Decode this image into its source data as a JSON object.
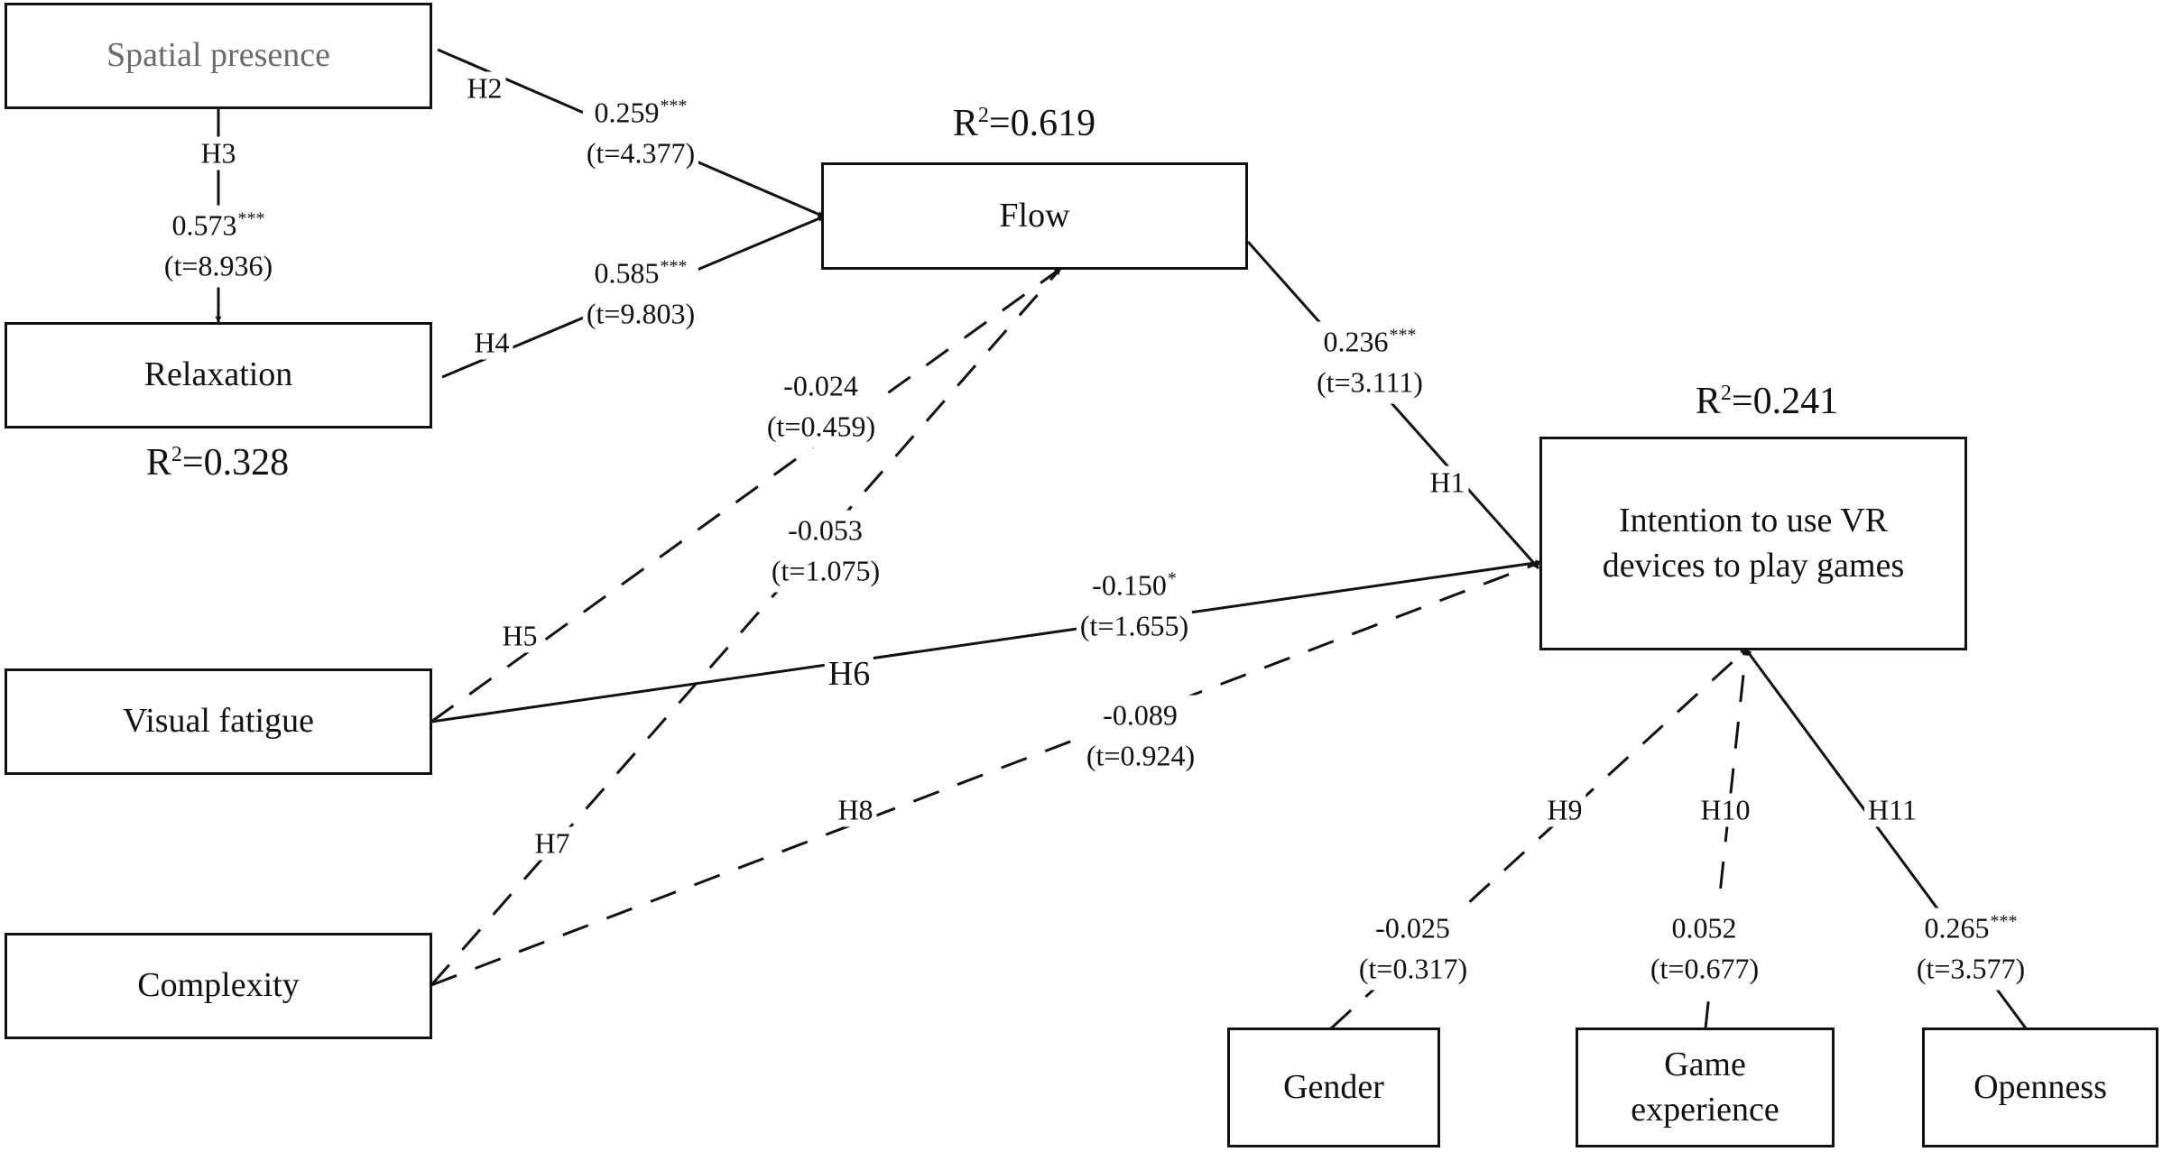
{
  "nodes": {
    "spatial_presence": "Spatial presence",
    "relaxation": "Relaxation",
    "flow": "Flow",
    "intention": "Intention to use VR\ndevices to play games",
    "visual_fatigue": "Visual fatigue",
    "complexity": "Complexity",
    "gender": "Gender",
    "game_experience": "Game\nexperience",
    "openness": "Openness"
  },
  "r_squared": {
    "flow": {
      "prefix": "R",
      "exp": "2",
      "value": "=0.619"
    },
    "relaxation": {
      "prefix": "R",
      "exp": "2",
      "value": "=0.328"
    },
    "intention": {
      "prefix": "R",
      "exp": "2",
      "value": "=0.241"
    }
  },
  "paths": [
    {
      "id": "H1",
      "from": "Flow",
      "to": "Intention to use VR devices to play games",
      "coef": "0.236",
      "sig": "***",
      "t": "(t=3.111)",
      "style": "solid"
    },
    {
      "id": "H2",
      "from": "Spatial presence",
      "to": "Flow",
      "coef": "0.259",
      "sig": "***",
      "t": "(t=4.377)",
      "style": "solid"
    },
    {
      "id": "H3",
      "from": "Spatial presence",
      "to": "Relaxation",
      "coef": "0.573",
      "sig": "***",
      "t": "(t=8.936)",
      "style": "solid"
    },
    {
      "id": "H4",
      "from": "Relaxation",
      "to": "Flow",
      "coef": "0.585",
      "sig": "***",
      "t": "(t=9.803)",
      "style": "solid"
    },
    {
      "id": "H5",
      "from": "Visual fatigue",
      "to": "Flow",
      "coef": "-0.024",
      "sig": "",
      "t": "(t=0.459)",
      "style": "dashed"
    },
    {
      "id": "H6",
      "from": "Visual fatigue",
      "to": "Intention to use VR devices to play games",
      "coef": "-0.150",
      "sig": "*",
      "t": "(t=1.655)",
      "style": "solid"
    },
    {
      "id": "H7",
      "from": "Complexity",
      "to": "Flow",
      "coef": "-0.053",
      "sig": "",
      "t": "(t=1.075)",
      "style": "dashed"
    },
    {
      "id": "H8",
      "from": "Complexity",
      "to": "Intention to use VR devices to play games",
      "coef": "-0.089",
      "sig": "",
      "t": "(t=0.924)",
      "style": "dashed"
    },
    {
      "id": "H9",
      "from": "Gender",
      "to": "Intention to use VR devices to play games",
      "coef": "-0.025",
      "sig": "",
      "t": "(t=0.317)",
      "style": "dashed"
    },
    {
      "id": "H10",
      "from": "Game experience",
      "to": "Intention to use VR devices to play games",
      "coef": "0.052",
      "sig": "",
      "t": "(t=0.677)",
      "style": "dashed"
    },
    {
      "id": "H11",
      "from": "Openness",
      "to": "Intention to use VR devices to play games",
      "coef": "0.265",
      "sig": "***",
      "t": "(t=3.577)",
      "style": "solid"
    }
  ]
}
